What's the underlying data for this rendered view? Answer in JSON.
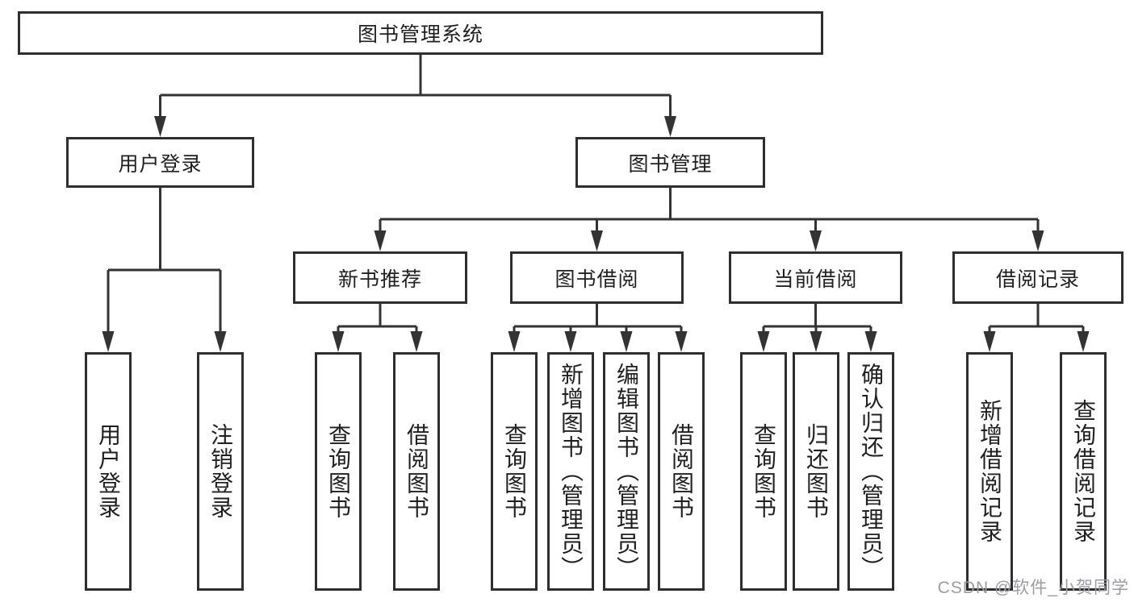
{
  "diagram": {
    "type": "hierarchy-tree",
    "root_label": "图书管理系统"
  },
  "nodes": {
    "root": {
      "label": "图书管理系统"
    },
    "user_login": {
      "label": "用户登录"
    },
    "book_mgmt": {
      "label": "图书管理"
    },
    "new_book_rec": {
      "label": "新书推荐"
    },
    "book_borrow": {
      "label": "图书借阅"
    },
    "current_borrow": {
      "label": "当前借阅"
    },
    "borrow_records": {
      "label": "借阅记录"
    },
    "ul_user_login": {
      "label": "用户登录"
    },
    "ul_logout": {
      "label": "注销登录"
    },
    "nb_query": {
      "label": "查询图书"
    },
    "nb_borrow": {
      "label": "借阅图书"
    },
    "bb_query": {
      "label": "查询图书"
    },
    "bb_add": {
      "label": "新增图书（管理员）"
    },
    "bb_edit": {
      "label": "编辑图书（管理员）"
    },
    "bb_borrow": {
      "label": "借阅图书"
    },
    "cb_query": {
      "label": "查询图书"
    },
    "cb_return": {
      "label": "归还图书"
    },
    "cb_confirm": {
      "label": "确认归还（管理员）"
    },
    "br_add": {
      "label": "新增借阅记录"
    },
    "br_query": {
      "label": "查询借阅记录"
    }
  },
  "hierarchy": [
    {
      "parent": "图书管理系统",
      "children": [
        "用户登录",
        "图书管理"
      ]
    },
    {
      "parent": "用户登录",
      "children": [
        "用户登录",
        "注销登录"
      ]
    },
    {
      "parent": "图书管理",
      "children": [
        "新书推荐",
        "图书借阅",
        "当前借阅",
        "借阅记录"
      ]
    },
    {
      "parent": "新书推荐",
      "children": [
        "查询图书",
        "借阅图书"
      ]
    },
    {
      "parent": "图书借阅",
      "children": [
        "查询图书",
        "新增图书（管理员）",
        "编辑图书（管理员）",
        "借阅图书"
      ]
    },
    {
      "parent": "当前借阅",
      "children": [
        "查询图书",
        "归还图书",
        "确认归还（管理员）"
      ]
    },
    {
      "parent": "借阅记录",
      "children": [
        "新增借阅记录",
        "查询借阅记录"
      ]
    }
  ],
  "watermark": {
    "text": "CSDN @软件_小贺同学"
  },
  "colors": {
    "line": "#333333",
    "border": "#2e2e2e",
    "text": "#1f1f1f",
    "background": "#ffffff",
    "watermark": "#9b9ba3"
  }
}
